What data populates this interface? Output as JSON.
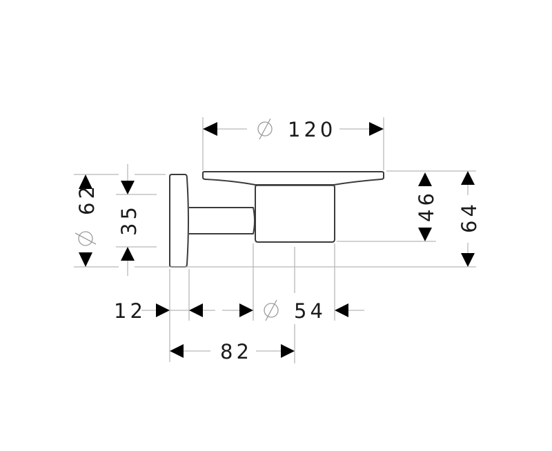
{
  "drawing": {
    "type": "technical dimension drawing",
    "subject": "wall-mounted soap dish side view",
    "units": "mm",
    "diameter_symbol": "⌀"
  },
  "dimensions": {
    "dish_diameter": {
      "label": "120",
      "diameter": true
    },
    "rosette_diameter": {
      "label": "62",
      "diameter": true
    },
    "arm_height": {
      "label": "35",
      "diameter": false
    },
    "cup_height": {
      "label": "46",
      "diameter": false
    },
    "total_height": {
      "label": "64",
      "diameter": false
    },
    "rosette_depth": {
      "label": "12",
      "diameter": false
    },
    "cup_diameter": {
      "label": "54",
      "diameter": true
    },
    "projection": {
      "label": "82",
      "diameter": false
    }
  },
  "colors": {
    "outline": "#3a3a3a",
    "dimension_line": "#b8b8b8",
    "arrow": "#000000",
    "text": "#1a1a1a",
    "background": "#ffffff"
  }
}
